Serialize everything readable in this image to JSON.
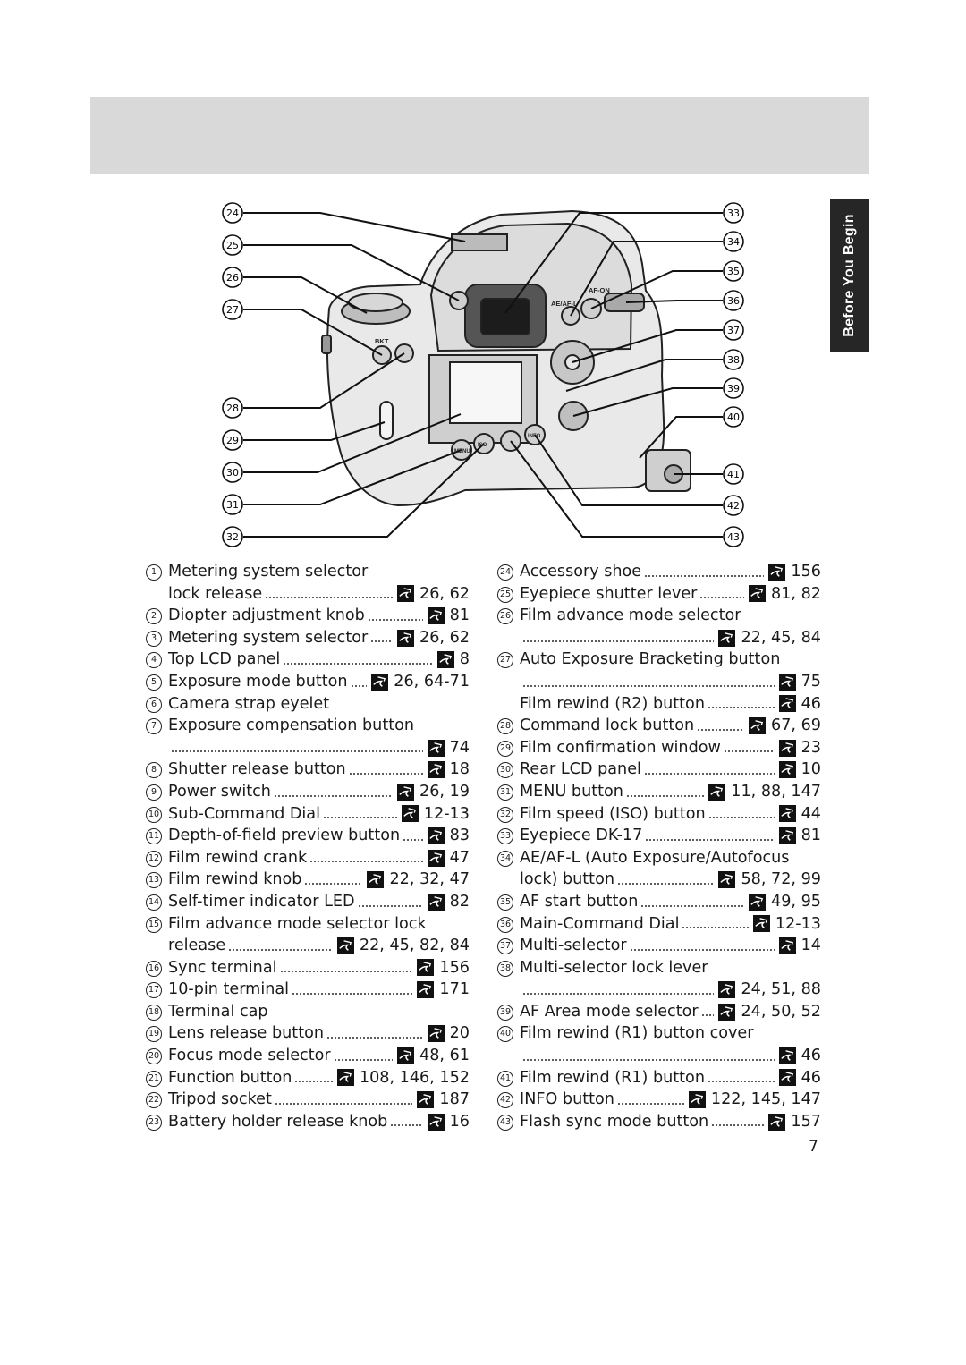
{
  "header": {
    "side_tab": "Before You Begin",
    "page_number": "7"
  },
  "callouts": {
    "left": [
      "24",
      "25",
      "26",
      "27",
      "28",
      "29",
      "30",
      "31",
      "32"
    ],
    "right": [
      "33",
      "34",
      "35",
      "36",
      "37",
      "38",
      "39",
      "40",
      "41",
      "42",
      "43"
    ]
  },
  "camera_markings": {
    "bkt": "BKT",
    "ae_af_l": "AE/AF-L",
    "af_on": "AF-ON",
    "menu": "MENU",
    "iso": "ISO",
    "info": "INFO"
  },
  "colors": {
    "band": "#d9d9d9",
    "tab": "#262626"
  },
  "legend_left": [
    {
      "n": "1",
      "lines": [
        "Metering system selector"
      ],
      "tail": "lock release",
      "pages": "26, 62"
    },
    {
      "n": "2",
      "lines": [],
      "tail": "Diopter adjustment knob",
      "pages": "81"
    },
    {
      "n": "3",
      "lines": [],
      "tail": "Metering system selector",
      "pages": "26, 62"
    },
    {
      "n": "4",
      "lines": [],
      "tail": "Top LCD panel",
      "pages": "8"
    },
    {
      "n": "5",
      "lines": [],
      "tail": "Exposure mode button",
      "pages": "26, 64-71"
    },
    {
      "n": "6",
      "lines": [
        "Camera strap eyelet"
      ],
      "tail": null,
      "pages": null
    },
    {
      "n": "7",
      "lines": [
        "Exposure compensation button"
      ],
      "tail": "",
      "pages": "74"
    },
    {
      "n": "8",
      "lines": [],
      "tail": "Shutter release button",
      "pages": "18"
    },
    {
      "n": "9",
      "lines": [],
      "tail": "Power switch",
      "pages": "26, 19"
    },
    {
      "n": "10",
      "lines": [],
      "tail": "Sub-Command Dial",
      "pages": "12-13"
    },
    {
      "n": "11",
      "lines": [],
      "tail": "Depth-of-field preview button",
      "pages": "83"
    },
    {
      "n": "12",
      "lines": [],
      "tail": "Film rewind crank",
      "pages": "47"
    },
    {
      "n": "13",
      "lines": [],
      "tail": "Film rewind knob",
      "pages": "22, 32, 47"
    },
    {
      "n": "14",
      "lines": [],
      "tail": "Self-timer indicator LED",
      "pages": "82"
    },
    {
      "n": "15",
      "lines": [
        "Film advance mode selector lock"
      ],
      "tail": "release",
      "pages": "22, 45, 82, 84"
    },
    {
      "n": "16",
      "lines": [],
      "tail": "Sync terminal",
      "pages": "156"
    },
    {
      "n": "17",
      "lines": [],
      "tail": "10-pin terminal",
      "pages": "171"
    },
    {
      "n": "18",
      "lines": [
        "Terminal cap"
      ],
      "tail": null,
      "pages": null
    },
    {
      "n": "19",
      "lines": [],
      "tail": "Lens release button",
      "pages": "20"
    },
    {
      "n": "20",
      "lines": [],
      "tail": "Focus mode selector",
      "pages": "48, 61"
    },
    {
      "n": "21",
      "lines": [],
      "tail": "Function button",
      "pages": "108, 146, 152"
    },
    {
      "n": "22",
      "lines": [],
      "tail": "Tripod socket",
      "pages": "187"
    },
    {
      "n": "23",
      "lines": [],
      "tail": "Battery holder release knob",
      "pages": "16"
    }
  ],
  "legend_right": [
    {
      "n": "24",
      "lines": [],
      "tail": "Accessory shoe",
      "pages": "156"
    },
    {
      "n": "25",
      "lines": [],
      "tail": "Eyepiece shutter lever",
      "pages": "81, 82"
    },
    {
      "n": "26",
      "lines": [
        "Film advance mode selector"
      ],
      "tail": "",
      "pages": "22, 45, 84"
    },
    {
      "n": "27",
      "lines": [
        "Auto Exposure Bracketing button"
      ],
      "tail": "",
      "pages": "75"
    },
    {
      "n": "",
      "lines": [],
      "tail": "Film rewind (R2) button",
      "pages": "46"
    },
    {
      "n": "28",
      "lines": [],
      "tail": "Command lock button",
      "pages": "67, 69"
    },
    {
      "n": "29",
      "lines": [],
      "tail": "Film confirmation window",
      "pages": "23"
    },
    {
      "n": "30",
      "lines": [],
      "tail": "Rear LCD panel",
      "pages": "10"
    },
    {
      "n": "31",
      "lines": [],
      "tail": "MENU button",
      "pages": "11, 88, 147"
    },
    {
      "n": "32",
      "lines": [],
      "tail": "Film speed (ISO) button",
      "pages": "44"
    },
    {
      "n": "33",
      "lines": [],
      "tail": "Eyepiece DK-17",
      "pages": "81"
    },
    {
      "n": "34",
      "lines": [
        "AE/AF-L (Auto Exposure/Autofocus"
      ],
      "tail": "lock) button",
      "pages": "58, 72, 99"
    },
    {
      "n": "35",
      "lines": [],
      "tail": "AF start button",
      "pages": "49, 95"
    },
    {
      "n": "36",
      "lines": [],
      "tail": "Main-Command Dial",
      "pages": "12-13"
    },
    {
      "n": "37",
      "lines": [],
      "tail": "Multi-selector",
      "pages": "14"
    },
    {
      "n": "38",
      "lines": [
        "Multi-selector lock lever"
      ],
      "tail": "",
      "pages": "24, 51, 88"
    },
    {
      "n": "39",
      "lines": [],
      "tail": "AF Area mode selector",
      "pages": "24, 50, 52"
    },
    {
      "n": "40",
      "lines": [
        "Film rewind (R1) button cover"
      ],
      "tail": "",
      "pages": "46"
    },
    {
      "n": "41",
      "lines": [],
      "tail": "Film rewind (R1) button",
      "pages": "46"
    },
    {
      "n": "42",
      "lines": [],
      "tail": "INFO button",
      "pages": "122, 145, 147"
    },
    {
      "n": "43",
      "lines": [],
      "tail": "Flash sync mode button",
      "pages": "157"
    }
  ]
}
